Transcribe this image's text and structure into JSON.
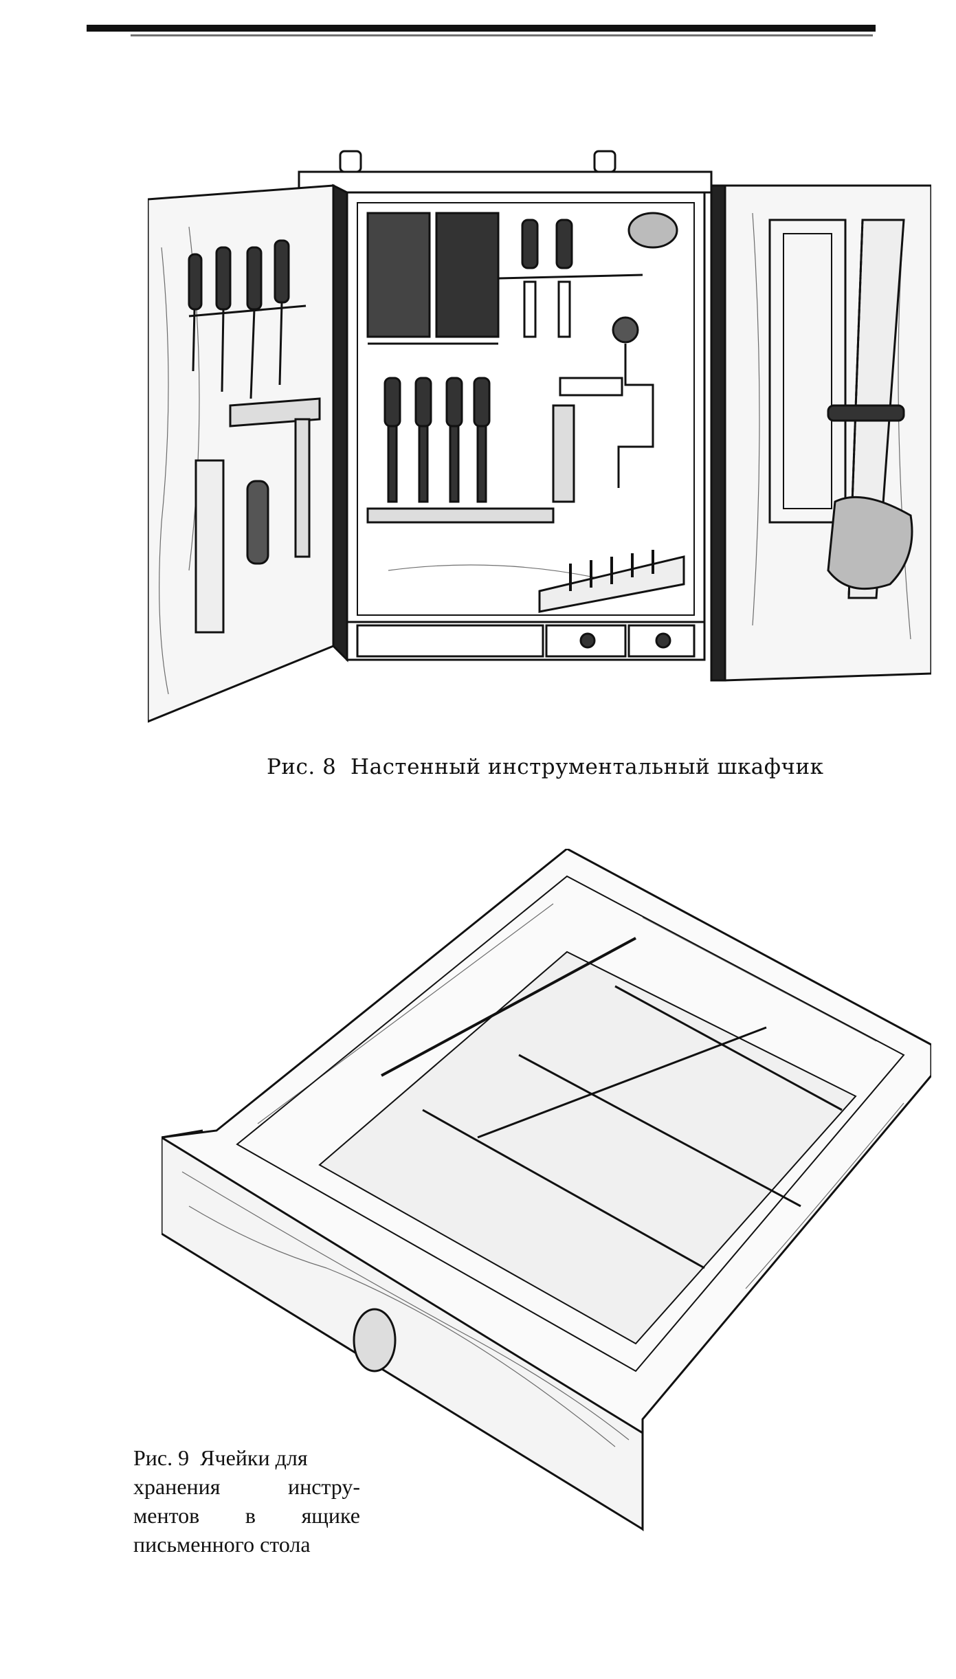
{
  "figures": [
    {
      "number_label": "Рис. 8",
      "caption": "Настенный инструментальный шкафчик"
    },
    {
      "number_label": "Рис. 9",
      "caption_lines": [
        "Ячейки для",
        "хранения инстру-",
        "ментов в ящике",
        "письменного стола"
      ]
    }
  ]
}
